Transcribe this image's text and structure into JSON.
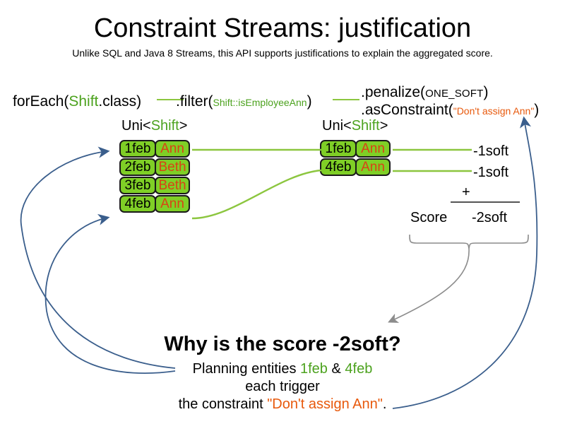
{
  "slide": {
    "title": "Constraint Streams: justification",
    "subtitle": "Unlike SQL and Java 8 Streams, this API supports justifications to explain the aggregated score."
  },
  "colors": {
    "green_accent": "#4CA21E",
    "green_box": "#7FCF26",
    "green_line": "#8CC63F",
    "orange_accent": "#E8590C",
    "orange_value": "#D84315",
    "blue_arrow": "#3A5E8C",
    "gray_arrow": "#8C8C8C"
  },
  "pipeline": {
    "step1": {
      "prefix": "forEach(",
      "type": "Shift",
      "suffix": ".class)"
    },
    "step2": {
      "prefix": ".filter(",
      "arg": "Shift::isEmployeeAnn",
      "suffix": ")"
    },
    "step3": {
      "prefix": ".penalize(",
      "arg": "ONE_SOFT",
      "suffix": ")"
    },
    "step4": {
      "prefix": ".asConstraint(",
      "arg": "\"Don't assign Ann\"",
      "suffix": ")"
    }
  },
  "streams": {
    "left": {
      "type_prefix": "Uni<",
      "type_name": "Shift",
      "type_suffix": ">",
      "rows": [
        {
          "date": "1feb",
          "employee": "Ann"
        },
        {
          "date": "2feb",
          "employee": "Beth"
        },
        {
          "date": "3feb",
          "employee": "Beth"
        },
        {
          "date": "4feb",
          "employee": "Ann"
        }
      ]
    },
    "right": {
      "type_prefix": "Uni<",
      "type_name": "Shift",
      "type_suffix": ">",
      "rows": [
        {
          "date": "1feb",
          "employee": "Ann"
        },
        {
          "date": "4feb",
          "employee": "Ann"
        }
      ]
    }
  },
  "penalties": [
    {
      "label": "-1soft"
    },
    {
      "label": "-1soft"
    }
  ],
  "score": {
    "operator": "+",
    "label": "Score",
    "total": "-2soft"
  },
  "explanation": {
    "question": "Why is the score -2soft?",
    "line1_prefix": "Planning entities ",
    "line1_entity_a": "1feb",
    "line1_amp": " & ",
    "line1_entity_b": "4feb",
    "line2": "each trigger",
    "line3_prefix": "the constraint ",
    "line3_constraint": "\"Don't assign Ann\"",
    "line3_suffix": "."
  }
}
